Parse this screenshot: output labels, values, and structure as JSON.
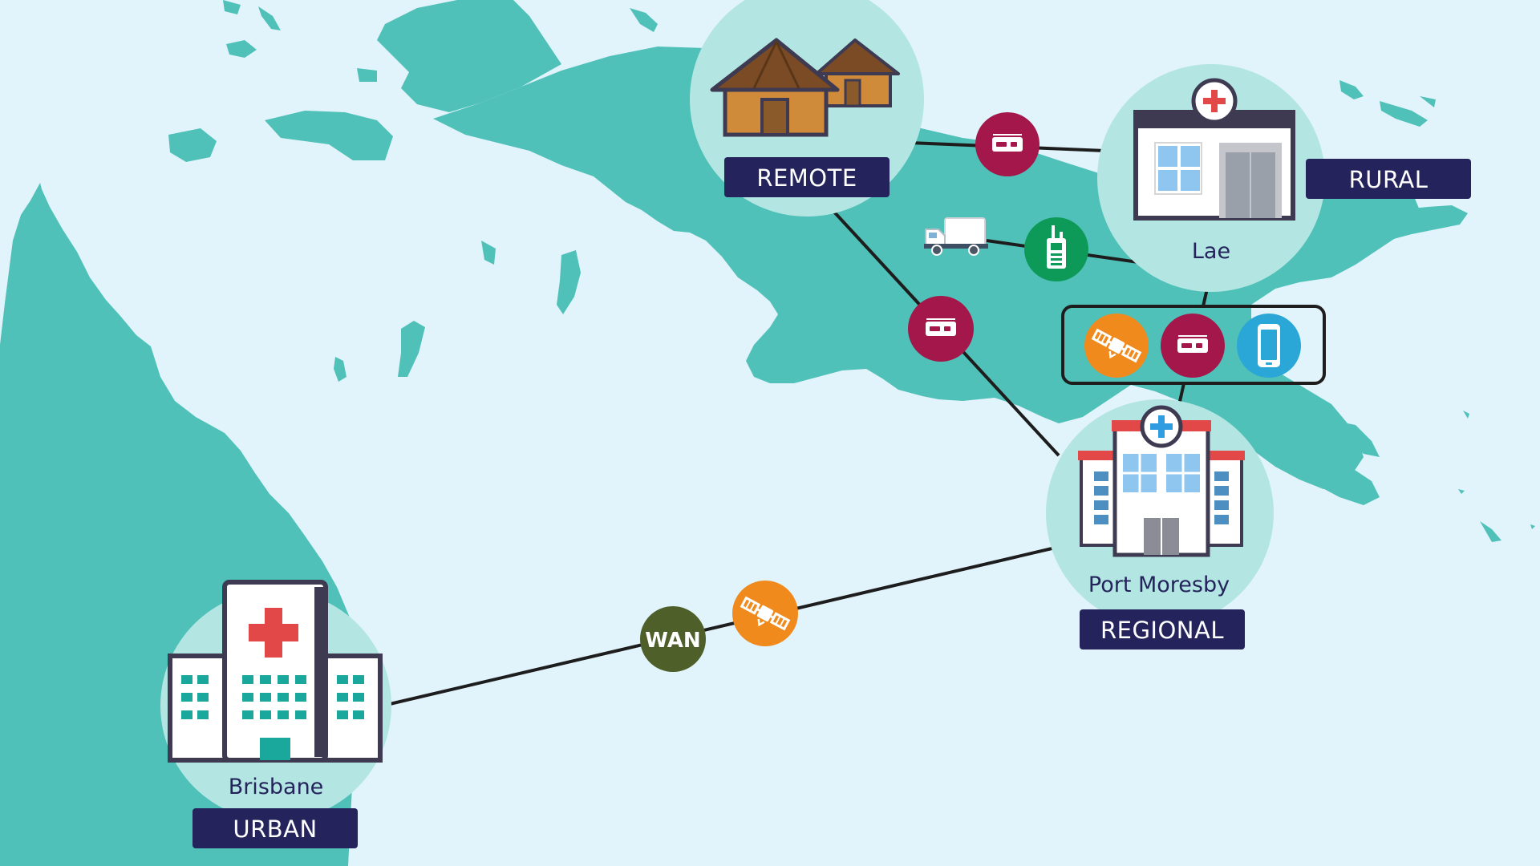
{
  "nodes": {
    "remote": {
      "tier": "REMOTE"
    },
    "rural": {
      "city": "Lae",
      "tier": "RURAL"
    },
    "regional": {
      "city": "Port Moresby",
      "tier": "REGIONAL"
    },
    "urban": {
      "city": "Brisbane",
      "tier": "URBAN"
    }
  },
  "links": {
    "wan": {
      "label": "WAN"
    }
  },
  "icons": {
    "router": "router-icon",
    "radio": "walkie-talkie-icon",
    "truck": "delivery-truck-icon",
    "satellite": "satellite-icon",
    "mobile": "mobile-phone-icon",
    "hut": "hut-icon",
    "hospital": "hospital-icon"
  },
  "colors": {
    "background": "#e1f3fb",
    "land": "#4fc1b8",
    "node_circle": "#b3e6e2",
    "label_bg": "#24235c",
    "router": "#a3174a",
    "radio": "#0d9a59",
    "satellite": "#f08a1c",
    "mobile": "#2aa7d6",
    "wan": "#4e5f2a"
  }
}
